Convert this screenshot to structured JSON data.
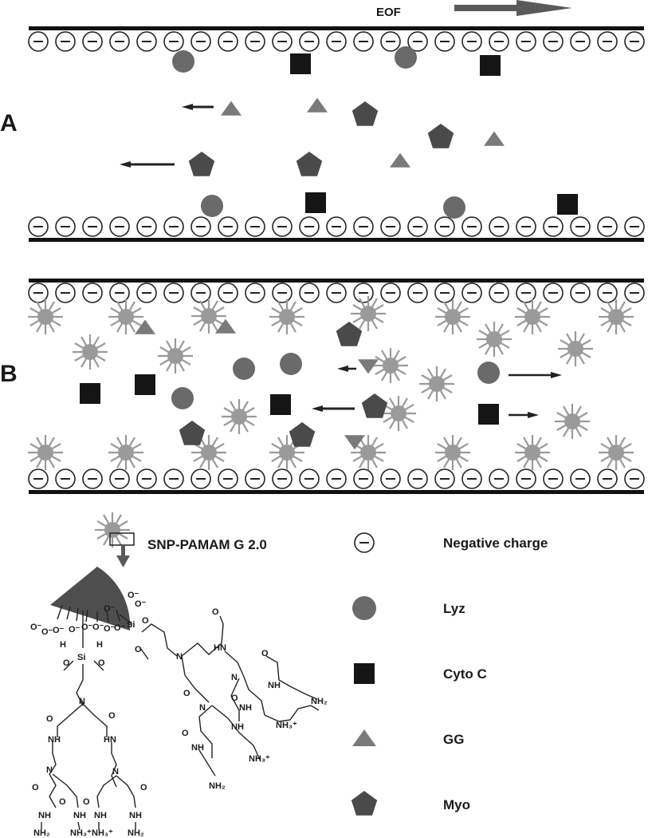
{
  "labels": {
    "eof": "EOF",
    "panel_a": "A",
    "panel_b": "B",
    "snp": "SNP-PAMAM G 2.0"
  },
  "legend": [
    {
      "shape": "minus-circle",
      "label": "Negative charge"
    },
    {
      "shape": "circle",
      "label": "Lyz"
    },
    {
      "shape": "square",
      "label": "Cyto C"
    },
    {
      "shape": "triangle",
      "label": "GG"
    },
    {
      "shape": "pentagon",
      "label": "Myo"
    }
  ],
  "chemistry": {
    "si": "Si",
    "o": "O",
    "o_minus": "O⁻",
    "h": "H",
    "n": "N",
    "nh": "NH",
    "hn": "HN",
    "nh2": "NH₂",
    "nh3": "NH₃⁺"
  },
  "colors": {
    "wall": "#111111",
    "lyz": "#6a6a6a",
    "cyto": "#151515",
    "gg": "#7a7a7a",
    "myo": "#4a4a4a",
    "snp": "#9a9a9a",
    "arrow": "#5a5a5a",
    "wedge": "#4e4e4e"
  }
}
